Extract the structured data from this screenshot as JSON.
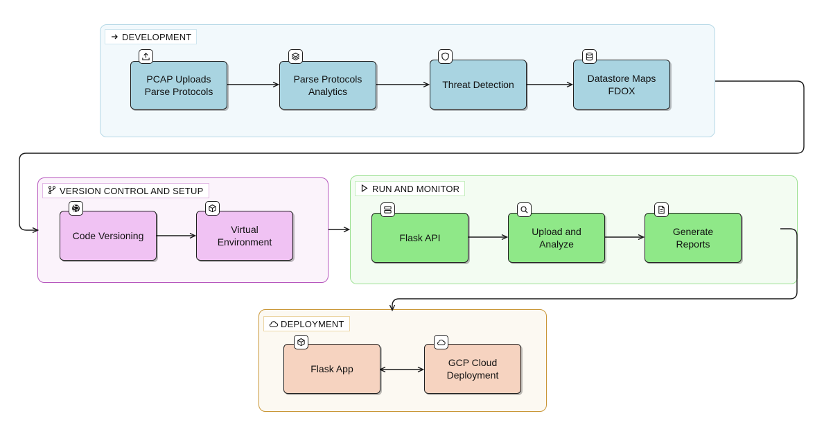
{
  "groups": {
    "development": {
      "label": "DEVELOPMENT",
      "icon": "arrow-right-icon"
    },
    "version_control": {
      "label": "VERSION CONTROL AND SETUP",
      "icon": "git-branch-icon"
    },
    "run_monitor": {
      "label": "RUN AND MONITOR",
      "icon": "play-icon"
    },
    "deployment": {
      "label": "DEPLOYMENT",
      "icon": "cloud-icon"
    }
  },
  "nodes": {
    "pcap_uploads": {
      "label": "PCAP Uploads\nParse Protocols",
      "icon": "upload-icon"
    },
    "parse_protocols": {
      "label": "Parse Protocols\nAnalytics",
      "icon": "layers-icon"
    },
    "threat_detection": {
      "label": "Threat Detection",
      "icon": "shield-icon"
    },
    "datastore_maps": {
      "label": "Datastore Maps\nFDOX",
      "icon": "database-icon"
    },
    "code_versioning": {
      "label": "Code Versioning",
      "icon": "github-icon"
    },
    "virtual_environment": {
      "label": "Virtual\nEnvironment",
      "icon": "package-icon"
    },
    "flask_api": {
      "label": "Flask API",
      "icon": "server-icon"
    },
    "upload_analyze": {
      "label": "Upload and\nAnalyze",
      "icon": "search-icon"
    },
    "generate_reports": {
      "label": "Generate\nReports",
      "icon": "file-text-icon"
    },
    "flask_app": {
      "label": "Flask App",
      "icon": "package-icon"
    },
    "gcp_deployment": {
      "label": "GCP Cloud\nDeployment",
      "icon": "cloud-icon"
    }
  },
  "edges": [
    {
      "from": "pcap_uploads",
      "to": "parse_protocols"
    },
    {
      "from": "parse_protocols",
      "to": "threat_detection"
    },
    {
      "from": "threat_detection",
      "to": "datastore_maps"
    },
    {
      "from": "datastore_maps",
      "to": "code_versioning"
    },
    {
      "from": "code_versioning",
      "to": "virtual_environment"
    },
    {
      "from": "virtual_environment",
      "to": "flask_api"
    },
    {
      "from": "flask_api",
      "to": "upload_analyze"
    },
    {
      "from": "upload_analyze",
      "to": "generate_reports"
    },
    {
      "from": "generate_reports",
      "to": "flask_app"
    },
    {
      "from": "flask_app",
      "to": "gcp_deployment",
      "bidirectional": true
    }
  ],
  "colors": {
    "development_fill": "#a9d4e1",
    "version_control_fill": "#f0c2f3",
    "run_monitor_fill": "#8fe888",
    "deployment_fill": "#f6d3c0"
  }
}
